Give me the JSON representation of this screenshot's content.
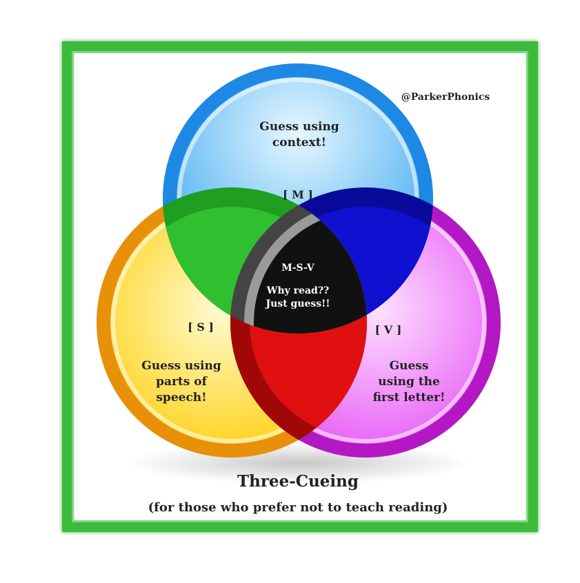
{
  "diagram": {
    "watermark": "@ParkerPhonics",
    "circles": {
      "meaning": {
        "code": "[ M ]",
        "text_lines": [
          "Guess using",
          "context!"
        ],
        "ring_color": "#1e88e5",
        "fill_light": "#bfe8ff",
        "fill_dark": "#3aa6f0"
      },
      "syntax": {
        "code": "[ S ]",
        "text_lines": [
          "Guess using",
          "parts of",
          "speech!"
        ],
        "ring_color": "#e8900a",
        "fill_light": "#fff59d",
        "fill_dark": "#ffcc00"
      },
      "visual": {
        "code": "[ V ]",
        "text_lines": [
          "Guess",
          "using the",
          "first letter!"
        ],
        "ring_color": "#b318c4",
        "fill_light": "#fbc7ff",
        "fill_dark": "#e54cf5"
      }
    },
    "center": {
      "title": "M-S-V",
      "text_lines": [
        "Why read??",
        "Just guess!!"
      ]
    },
    "overlap_colors": {
      "meaning_syntax": "#2fbf2f",
      "meaning_visual": "#1010d0",
      "syntax_visual": "#e01010",
      "center": "#111111"
    },
    "title": "Three-Cueing",
    "subtitle": "(for those who prefer not to teach reading)"
  }
}
